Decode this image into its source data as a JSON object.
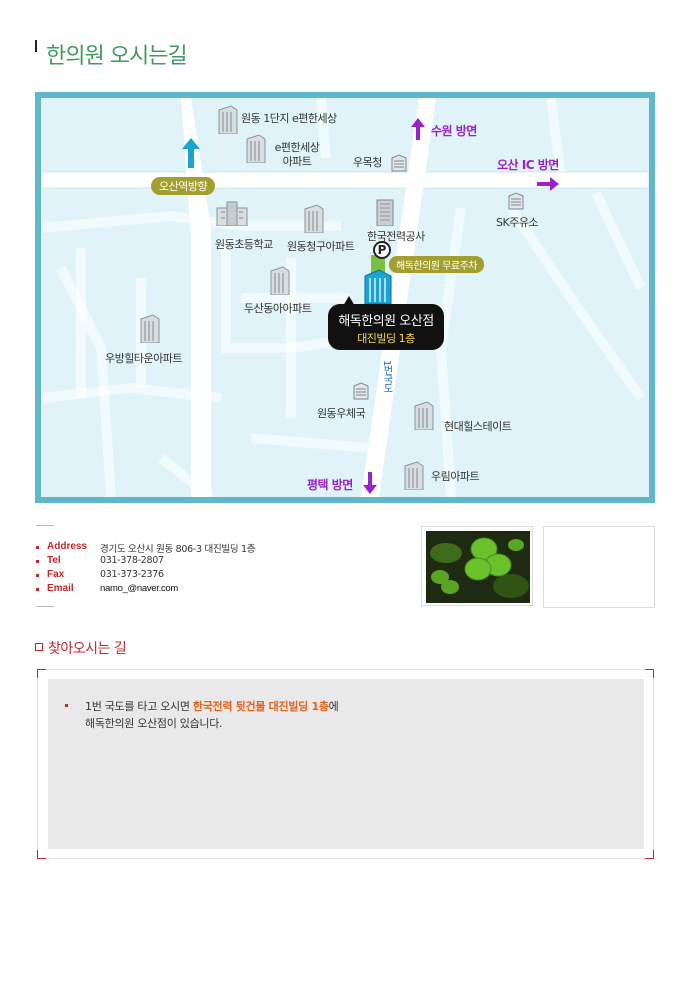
{
  "page": {
    "title": "한의원 오시는길"
  },
  "map": {
    "labels": {
      "wondong_1danji": "원동 1단지 e편한세상",
      "epyeonhan_apt_l1": "e편한세상",
      "epyeonhan_apt_l2": "아파트",
      "umokcheong": "우목청",
      "sk": "SK주유소",
      "wondong_elem": "원동초등학교",
      "wondong_cheonggu": "원동청구아파트",
      "kepco": "한국전력공사",
      "doosan": "두산동아아파트",
      "ubang": "우방힐타운아파트",
      "post": "원동우체국",
      "hyundai": "현대힐스테이트",
      "urim": "우림아파트",
      "road_1": "1번국도"
    },
    "directions": {
      "suwon": "수원 방면",
      "osan_ic": "오산 IC 방면",
      "pyeongtaek": "평택 방면"
    },
    "pills": {
      "osan_station": "오산역방향",
      "parking": "해독한의원 무료주차"
    },
    "parking_icon": "P",
    "callout": {
      "line1": "해독한의원 오산점",
      "line2": "대진빌딩 1층"
    }
  },
  "info": {
    "address_label": "Address",
    "address": "경기도 오산시 원동 806-3 대진빌딩 1층",
    "tel_label": "Tel",
    "tel": "031-378-2807",
    "fax_label": "Fax",
    "fax": "031-373-2376",
    "email_label": "Email",
    "email": "namo_@naver.com"
  },
  "directions_section": {
    "title": "찾아오시는 길",
    "line1_pre": "1번 국도를 타고 오시면 ",
    "line1_highlight": "한국전력 뒷건물 대진빌딩 1층",
    "line1_post": "에",
    "line2": "해독한의원 오산점이 있습니다."
  },
  "colors": {
    "accent_green": "#3f9a5e",
    "accent_red": "#c0282d",
    "map_border": "#5fb7c9",
    "direction_purple": "#9b21c9",
    "highlight_orange": "#e0641a"
  },
  "icons": [
    "building-icon",
    "small-building-icon",
    "arrow-up-icon",
    "arrow-right-icon",
    "arrow-down-icon",
    "parking-icon",
    "clover-photo"
  ]
}
